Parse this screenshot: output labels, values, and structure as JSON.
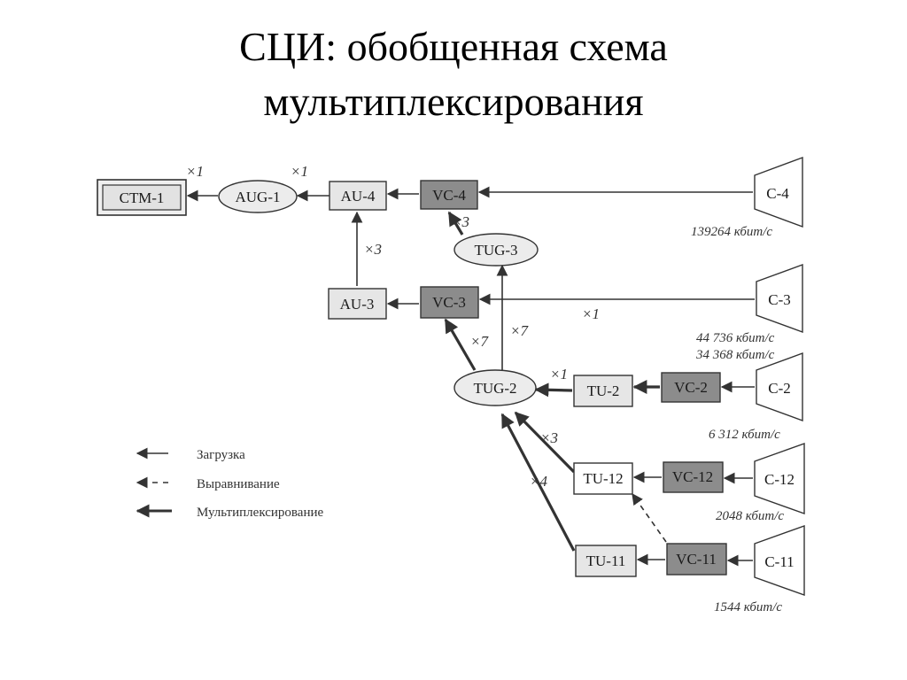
{
  "title": {
    "line1": "СЦИ: обобщенная схема",
    "line2": "мультиплексирования"
  },
  "nodes": {
    "stm1": "СТМ-1",
    "aug1": "AUG-1",
    "au4": "AU-4",
    "vc4": "VC-4",
    "c4": "C-4",
    "tug3": "TUG-3",
    "au3": "AU-3",
    "vc3": "VC-3",
    "c3": "C-3",
    "tug2": "TUG-2",
    "tu2": "TU-2",
    "vc2": "VC-2",
    "c2": "C-2",
    "tu12": "TU-12",
    "vc12": "VC-12",
    "c12": "C-12",
    "tu11": "TU-11",
    "vc11": "VC-11",
    "c11": "C-11"
  },
  "multipliers": {
    "stm_aug": "×1",
    "aug_au4": "×1",
    "au3_au4": "×3",
    "tug3_vc4": "×3",
    "tug2_vc3": "×7",
    "tug2_tug3": "×7",
    "c3_line": "×1",
    "tu2_tug2": "×1",
    "tu12_tug2": "×3",
    "tu11_tug2": "×4"
  },
  "rates": {
    "c4": "139264 кбит/с",
    "c3a": "44 736 кбит/с",
    "c3b": "34 368 кбит/с",
    "c2": "6 312 кбит/с",
    "c12": "2048 кбит/с",
    "c11": "1544 кбит/с"
  },
  "legend": {
    "load": "Загрузка",
    "align": "Выравнивание",
    "mux": "Мультиплексирование"
  },
  "colors": {
    "light_box": "#e6e6e6",
    "dark_box": "#8c8c8c",
    "ellipse": "#ececec",
    "stroke": "#333333"
  }
}
